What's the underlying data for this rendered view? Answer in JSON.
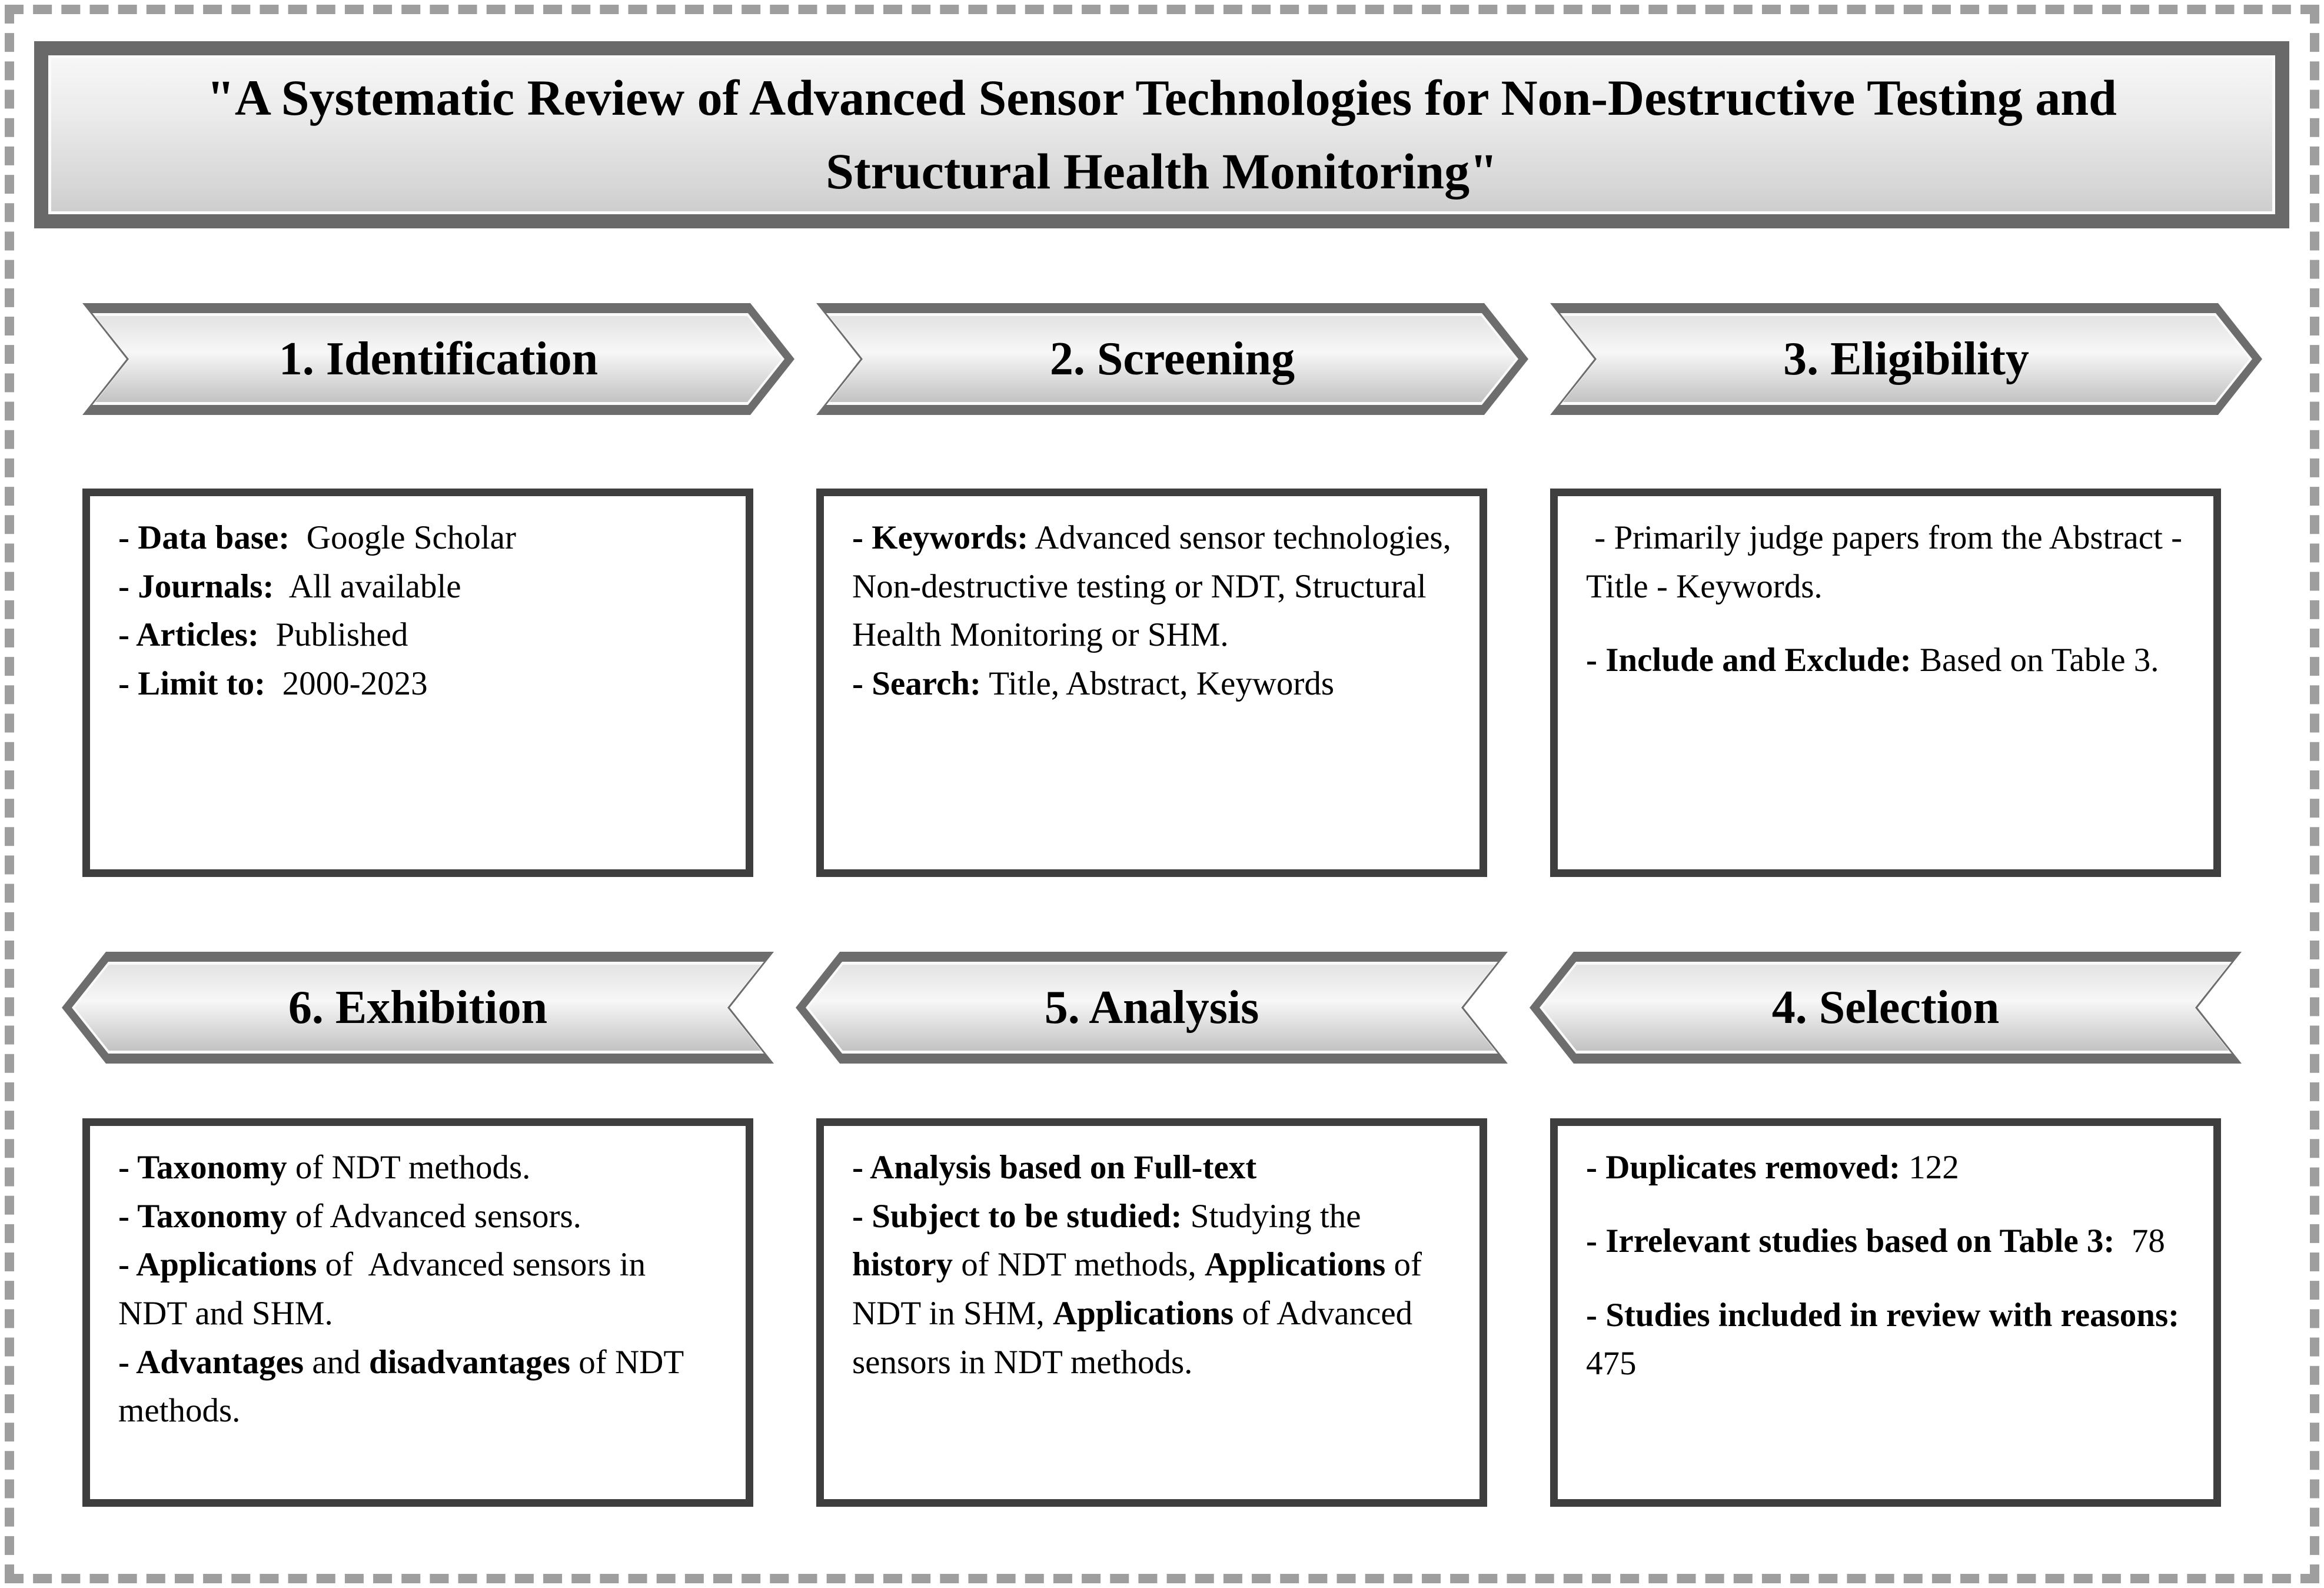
{
  "title": {
    "text": "\"A Systematic Review of Advanced Sensor Technologies for Non-Destructive Testing and Structural Health Monitoring\""
  },
  "colors": {
    "banner_border": "#6d6d6d",
    "box_border": "#3e3e3e",
    "dashed_frame": "#9e9e9e",
    "text": "#000000"
  },
  "sections": [
    {
      "id": "identification",
      "banner": "1. Identification",
      "content": [
        [
          {
            "b": 1,
            "t": "- Data base:"
          },
          {
            "t": "  Google Scholar"
          }
        ],
        [
          {
            "b": 1,
            "t": "- Journals:"
          },
          {
            "t": "  All available"
          }
        ],
        [
          {
            "b": 1,
            "t": "- Articles:"
          },
          {
            "t": "  Published"
          }
        ],
        [
          {
            "b": 1,
            "t": "- Limit to:"
          },
          {
            "t": "  2000-2023"
          }
        ]
      ]
    },
    {
      "id": "screening",
      "banner": "2. Screening",
      "content": [
        [
          {
            "b": 1,
            "t": "- Keywords:"
          },
          {
            "t": " Advanced sensor technologies, Non-destructive testing or NDT, Structural Health Monitoring or SHM."
          }
        ],
        [
          {
            "b": 1,
            "t": "- Search:"
          },
          {
            "t": " Title, Abstract, Keywords"
          }
        ]
      ]
    },
    {
      "id": "eligibility",
      "banner": "3. Eligibility",
      "content": [
        [
          {
            "t": " - Primarily judge papers from the Abstract - Title - Keywords."
          }
        ],
        [],
        [
          {
            "b": 1,
            "t": "- Include and Exclude:"
          },
          {
            "t": " Based on Table 3."
          }
        ]
      ]
    },
    {
      "id": "exhibition",
      "banner": "6. Exhibition",
      "content": [
        [
          {
            "b": 1,
            "t": "- Taxonomy"
          },
          {
            "t": " of NDT methods."
          }
        ],
        [
          {
            "b": 1,
            "t": "- Taxonomy"
          },
          {
            "t": " of Advanced sensors."
          }
        ],
        [
          {
            "b": 1,
            "t": "- Applications"
          },
          {
            "t": " of  Advanced sensors in NDT and SHM."
          }
        ],
        [
          {
            "b": 1,
            "t": "- Advantages"
          },
          {
            "t": " and "
          },
          {
            "b": 1,
            "t": "disadvantages"
          },
          {
            "t": " of NDT methods."
          }
        ]
      ]
    },
    {
      "id": "analysis",
      "banner": "5. Analysis",
      "content": [
        [
          {
            "b": 1,
            "t": "- Analysis based on Full-text"
          }
        ],
        [
          {
            "b": 1,
            "t": "- Subject to be studied:"
          },
          {
            "t": " Studying the "
          },
          {
            "b": 1,
            "t": "history"
          },
          {
            "t": " of NDT methods, "
          },
          {
            "b": 1,
            "t": "Applications"
          },
          {
            "t": " of NDT in SHM, "
          },
          {
            "b": 1,
            "t": "Applications"
          },
          {
            "t": " of Advanced sensors in NDT methods."
          }
        ]
      ]
    },
    {
      "id": "selection",
      "banner": "4. Selection",
      "content": [
        [
          {
            "b": 1,
            "t": "- Duplicates removed:"
          },
          {
            "t": " 122"
          }
        ],
        [],
        [
          {
            "b": 1,
            "t": "- Irrelevant studies based on Table 3:"
          },
          {
            "t": "  78"
          }
        ],
        [],
        [
          {
            "b": 1,
            "t": "- Studies included in review with reasons:"
          },
          {
            "t": " 475"
          }
        ]
      ]
    }
  ]
}
